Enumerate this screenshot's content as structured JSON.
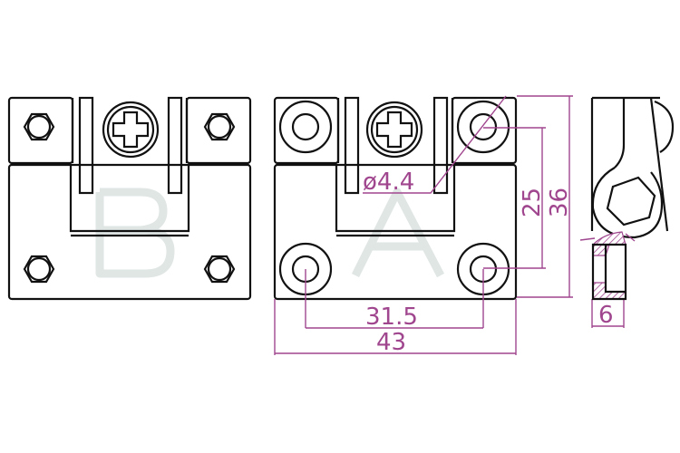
{
  "views": {
    "left_label": "B",
    "front_label": "A"
  },
  "dimensions": {
    "hole_spacing_horizontal": "31.5",
    "overall_width": "43",
    "hole_spacing_vertical": "25",
    "overall_height": "36",
    "hole_diameter": "ø4.4",
    "thickness": "6"
  },
  "colors": {
    "dimension": "#a0468e",
    "outline": "#111111",
    "watermark": "#dfe6e4"
  }
}
